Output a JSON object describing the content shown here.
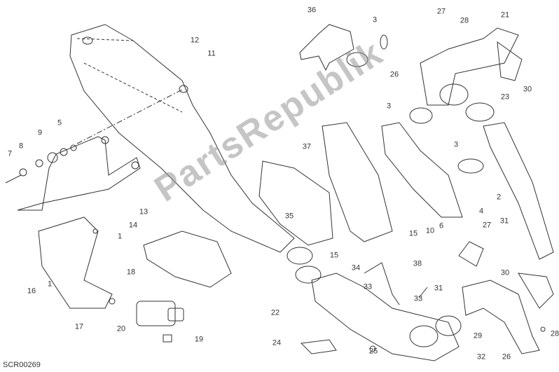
{
  "diagram_code": "SCR00269",
  "watermark": "PartsRepublik",
  "colors": {
    "line": "#333333",
    "watermark": "#969696"
  },
  "callouts": [
    {
      "id": "12",
      "text": "12"
    },
    {
      "id": "11",
      "text": "11"
    },
    {
      "id": "5",
      "text": "5"
    },
    {
      "id": "9",
      "text": "9"
    },
    {
      "id": "8",
      "text": "8"
    },
    {
      "id": "7",
      "text": "7"
    },
    {
      "id": "13",
      "text": "13"
    },
    {
      "id": "14",
      "text": "14"
    },
    {
      "id": "1a",
      "text": "1"
    },
    {
      "id": "1b",
      "text": "1"
    },
    {
      "id": "16",
      "text": "16"
    },
    {
      "id": "17",
      "text": "17"
    },
    {
      "id": "18",
      "text": "18"
    },
    {
      "id": "20",
      "text": "20"
    },
    {
      "id": "19",
      "text": "19"
    },
    {
      "id": "36",
      "text": "36"
    },
    {
      "id": "3a",
      "text": "3"
    },
    {
      "id": "27a",
      "text": "27"
    },
    {
      "id": "28a",
      "text": "28"
    },
    {
      "id": "21",
      "text": "21"
    },
    {
      "id": "26a",
      "text": "26"
    },
    {
      "id": "30a",
      "text": "30"
    },
    {
      "id": "3b",
      "text": "3"
    },
    {
      "id": "23",
      "text": "23"
    },
    {
      "id": "37",
      "text": "37"
    },
    {
      "id": "3c",
      "text": "3"
    },
    {
      "id": "2",
      "text": "2"
    },
    {
      "id": "4",
      "text": "4"
    },
    {
      "id": "35",
      "text": "35"
    },
    {
      "id": "15a",
      "text": "15"
    },
    {
      "id": "10",
      "text": "10"
    },
    {
      "id": "6",
      "text": "6"
    },
    {
      "id": "27b",
      "text": "27"
    },
    {
      "id": "31a",
      "text": "31"
    },
    {
      "id": "15b",
      "text": "15"
    },
    {
      "id": "38",
      "text": "38"
    },
    {
      "id": "34",
      "text": "34"
    },
    {
      "id": "33a",
      "text": "33"
    },
    {
      "id": "33b",
      "text": "33"
    },
    {
      "id": "31b",
      "text": "31"
    },
    {
      "id": "30b",
      "text": "30"
    },
    {
      "id": "22",
      "text": "22"
    },
    {
      "id": "24",
      "text": "24"
    },
    {
      "id": "25",
      "text": "25"
    },
    {
      "id": "29",
      "text": "29"
    },
    {
      "id": "32",
      "text": "32"
    },
    {
      "id": "26b",
      "text": "26"
    },
    {
      "id": "28b",
      "text": "28"
    }
  ]
}
